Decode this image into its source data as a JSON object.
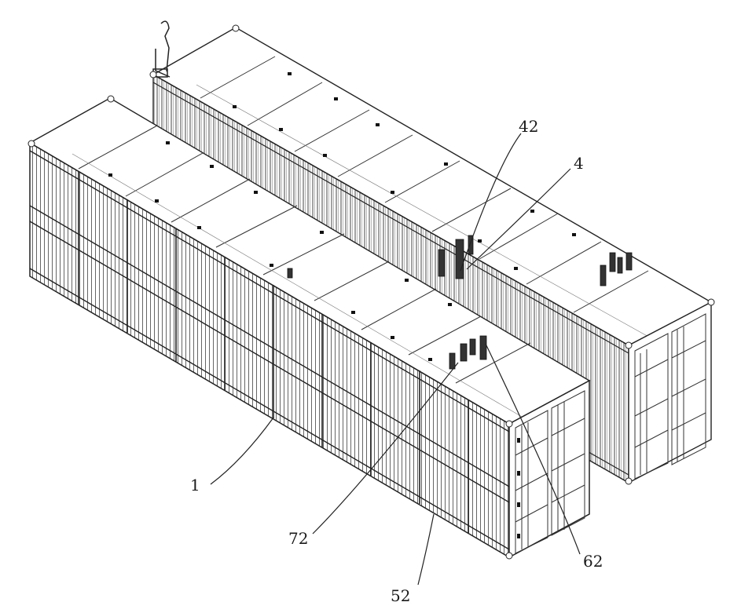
{
  "figure": {
    "labels": [
      {
        "id": "label-42",
        "text": "42"
      },
      {
        "id": "label-4",
        "text": "4"
      },
      {
        "id": "label-1",
        "text": "1"
      },
      {
        "id": "label-72",
        "text": "72"
      },
      {
        "id": "label-52",
        "text": "52"
      },
      {
        "id": "label-62",
        "text": "62"
      }
    ]
  }
}
